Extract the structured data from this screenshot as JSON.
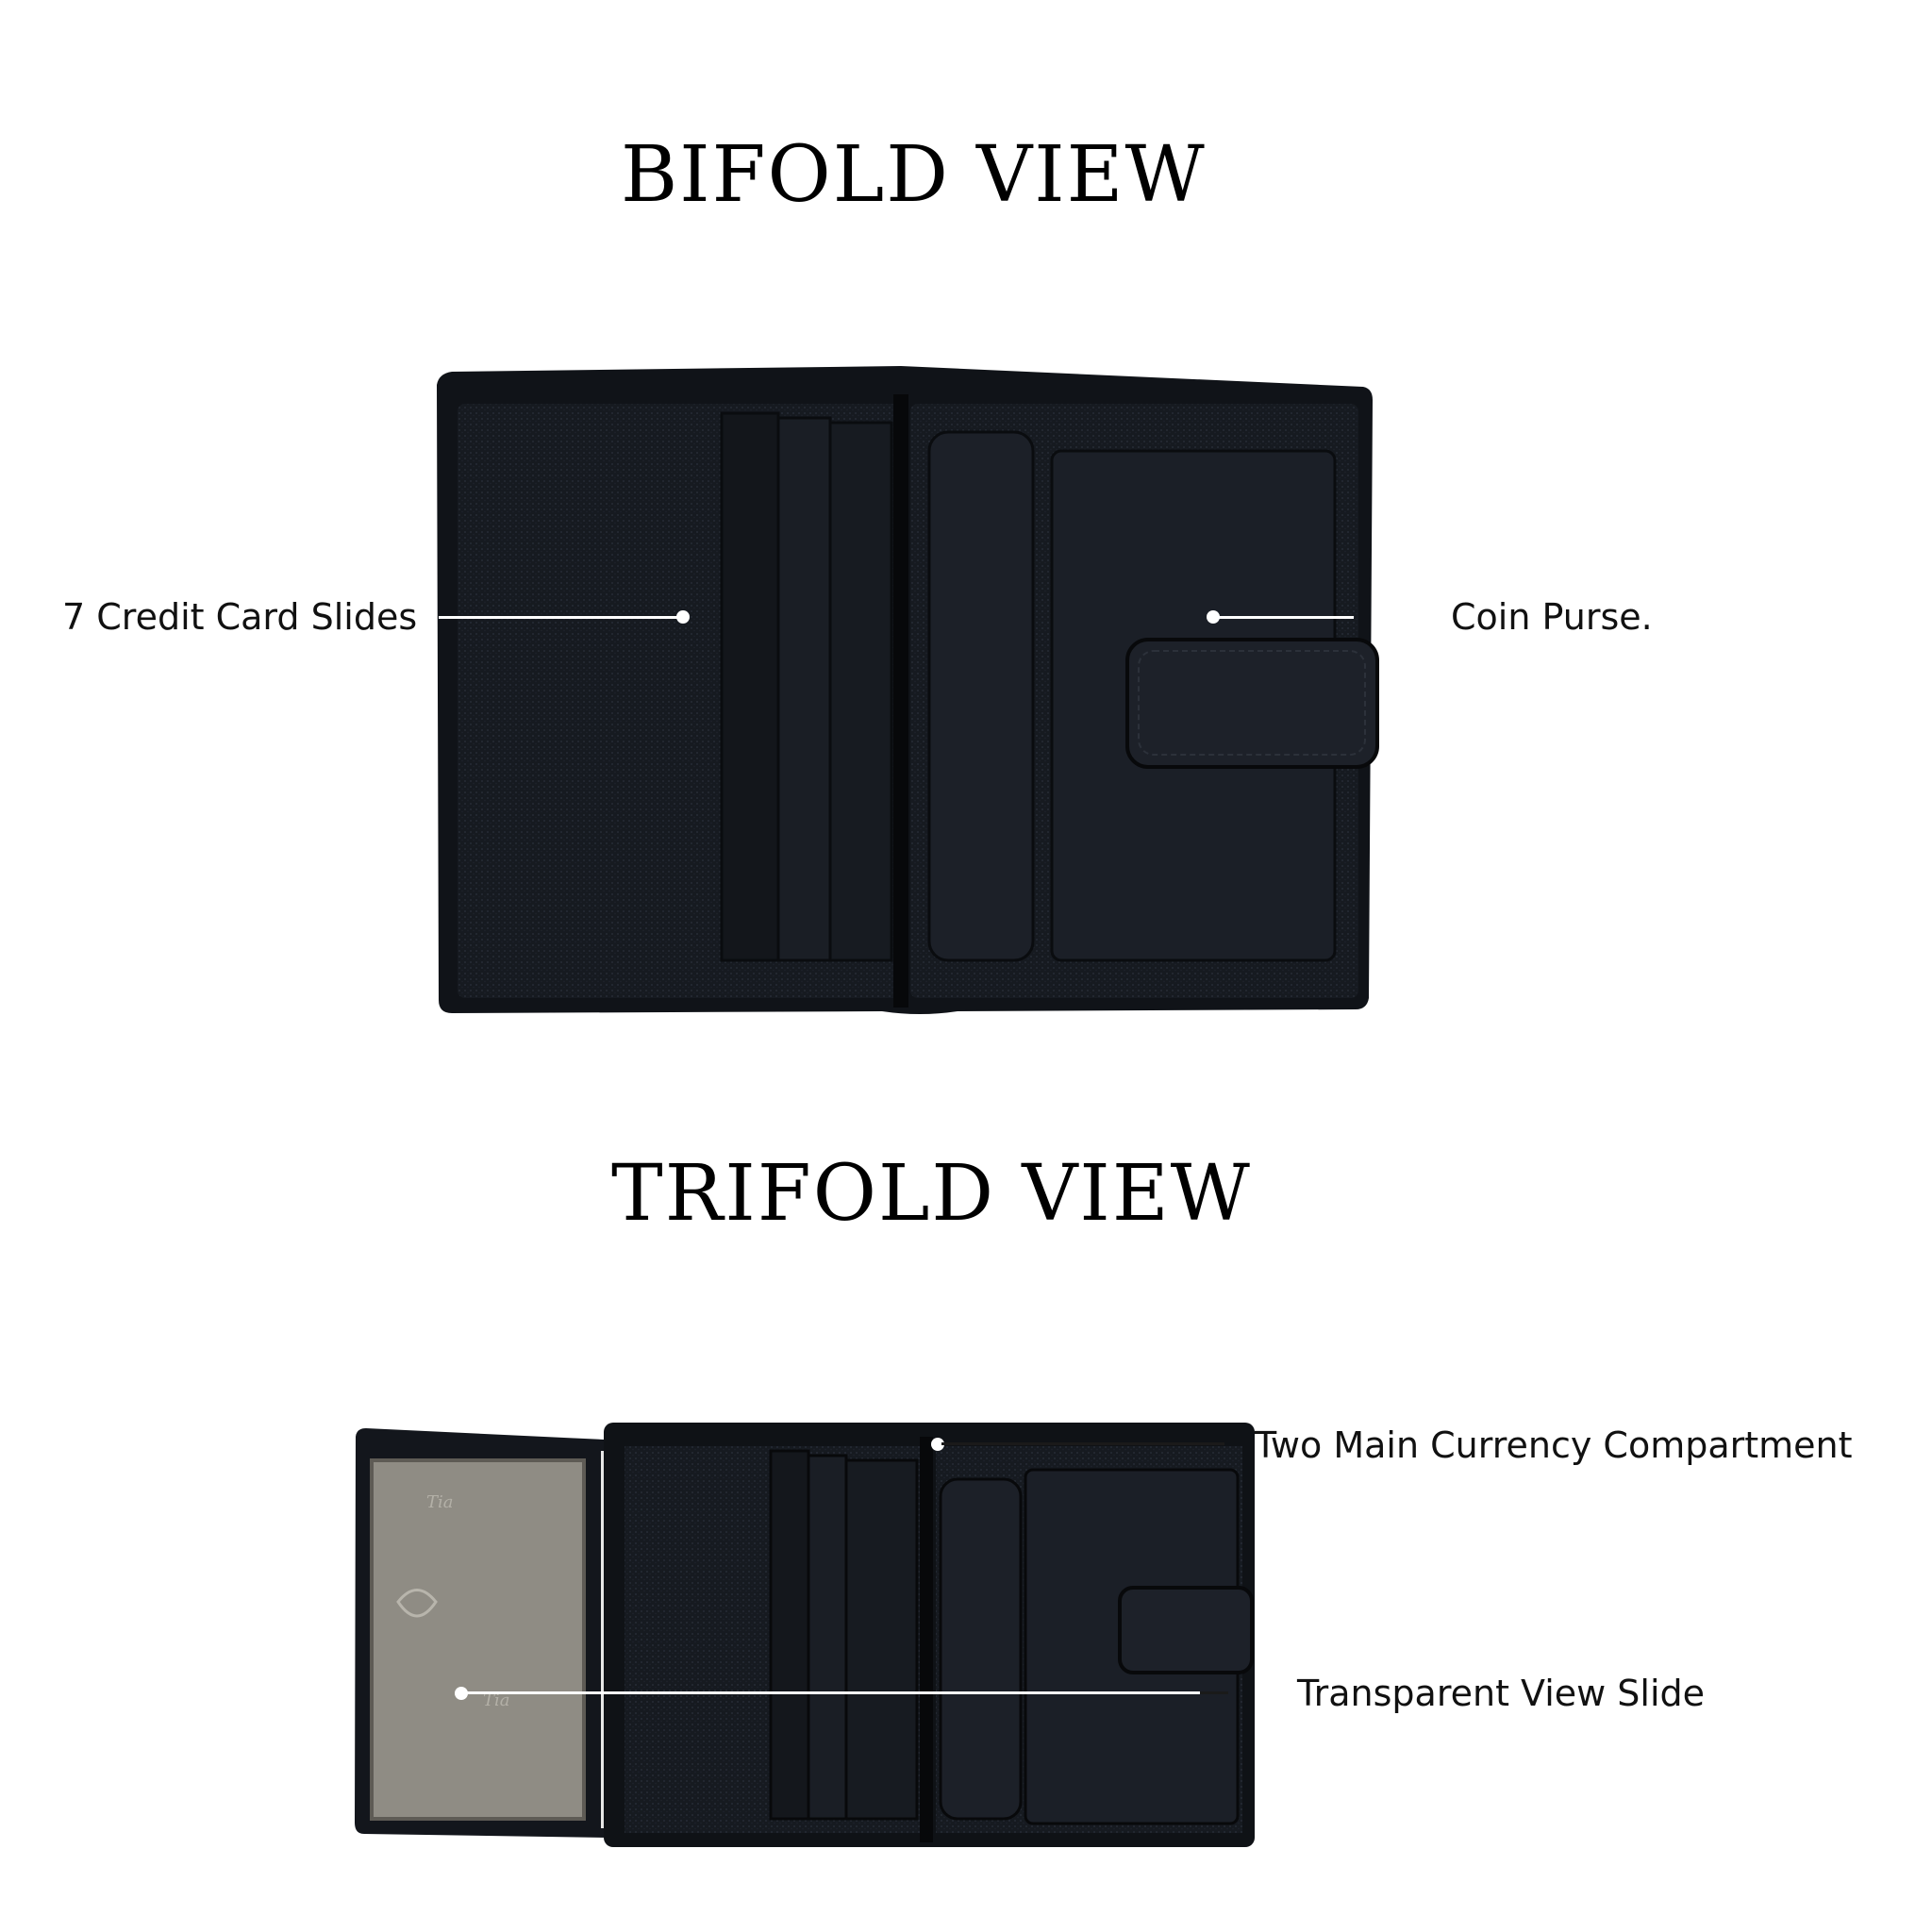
{
  "sections": {
    "bifold": {
      "title": "BIFOLD VIEW",
      "callouts": {
        "cards": "7 Credit Card Slides",
        "coin": "Coin Purse."
      }
    },
    "trifold": {
      "title": "TRIFOLD VIEW",
      "callouts": {
        "currency": "Two Main Currency Compartment",
        "view_slide": "Transparent View Slide"
      }
    }
  },
  "colors": {
    "background": "#ffffff",
    "leather": "#161a20",
    "leather_light": "#262b33",
    "lining": "#8f8c84",
    "text": "#111111"
  }
}
